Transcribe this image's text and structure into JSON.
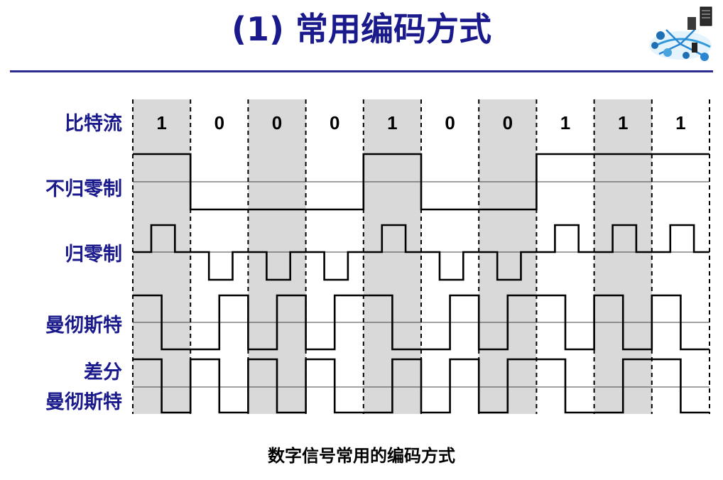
{
  "title": "(1) 常用编码方式",
  "caption": "数字信号常用的编码方式",
  "rows": {
    "bitstream": "比特流",
    "nrz": "不归零制",
    "rz": "归零制",
    "manchester": "曼彻斯特",
    "diff_line1": "差分",
    "diff_line2": "曼彻斯特"
  },
  "bits": [
    "1",
    "0",
    "0",
    "0",
    "1",
    "0",
    "0",
    "1",
    "1",
    "1"
  ],
  "colors": {
    "title": "#1a1a8c",
    "label": "#1a1a8c",
    "shade": "#d9d9d9",
    "signal": "#000000",
    "rule": "#2b2b8f"
  },
  "icons": [
    "network-servers-icon"
  ]
}
